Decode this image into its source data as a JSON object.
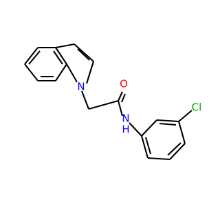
{
  "atoms": {
    "n_indole": {
      "label": "N",
      "color": "#0000ff"
    },
    "o_carbonyl": {
      "label": "O",
      "color": "#ff0000"
    },
    "n_amide": {
      "label": "N",
      "color": "#0000ff"
    },
    "h_amide": {
      "label": "H",
      "color": "#0000ff"
    },
    "cl": {
      "label": "Cl",
      "color": "#00aa00"
    }
  }
}
